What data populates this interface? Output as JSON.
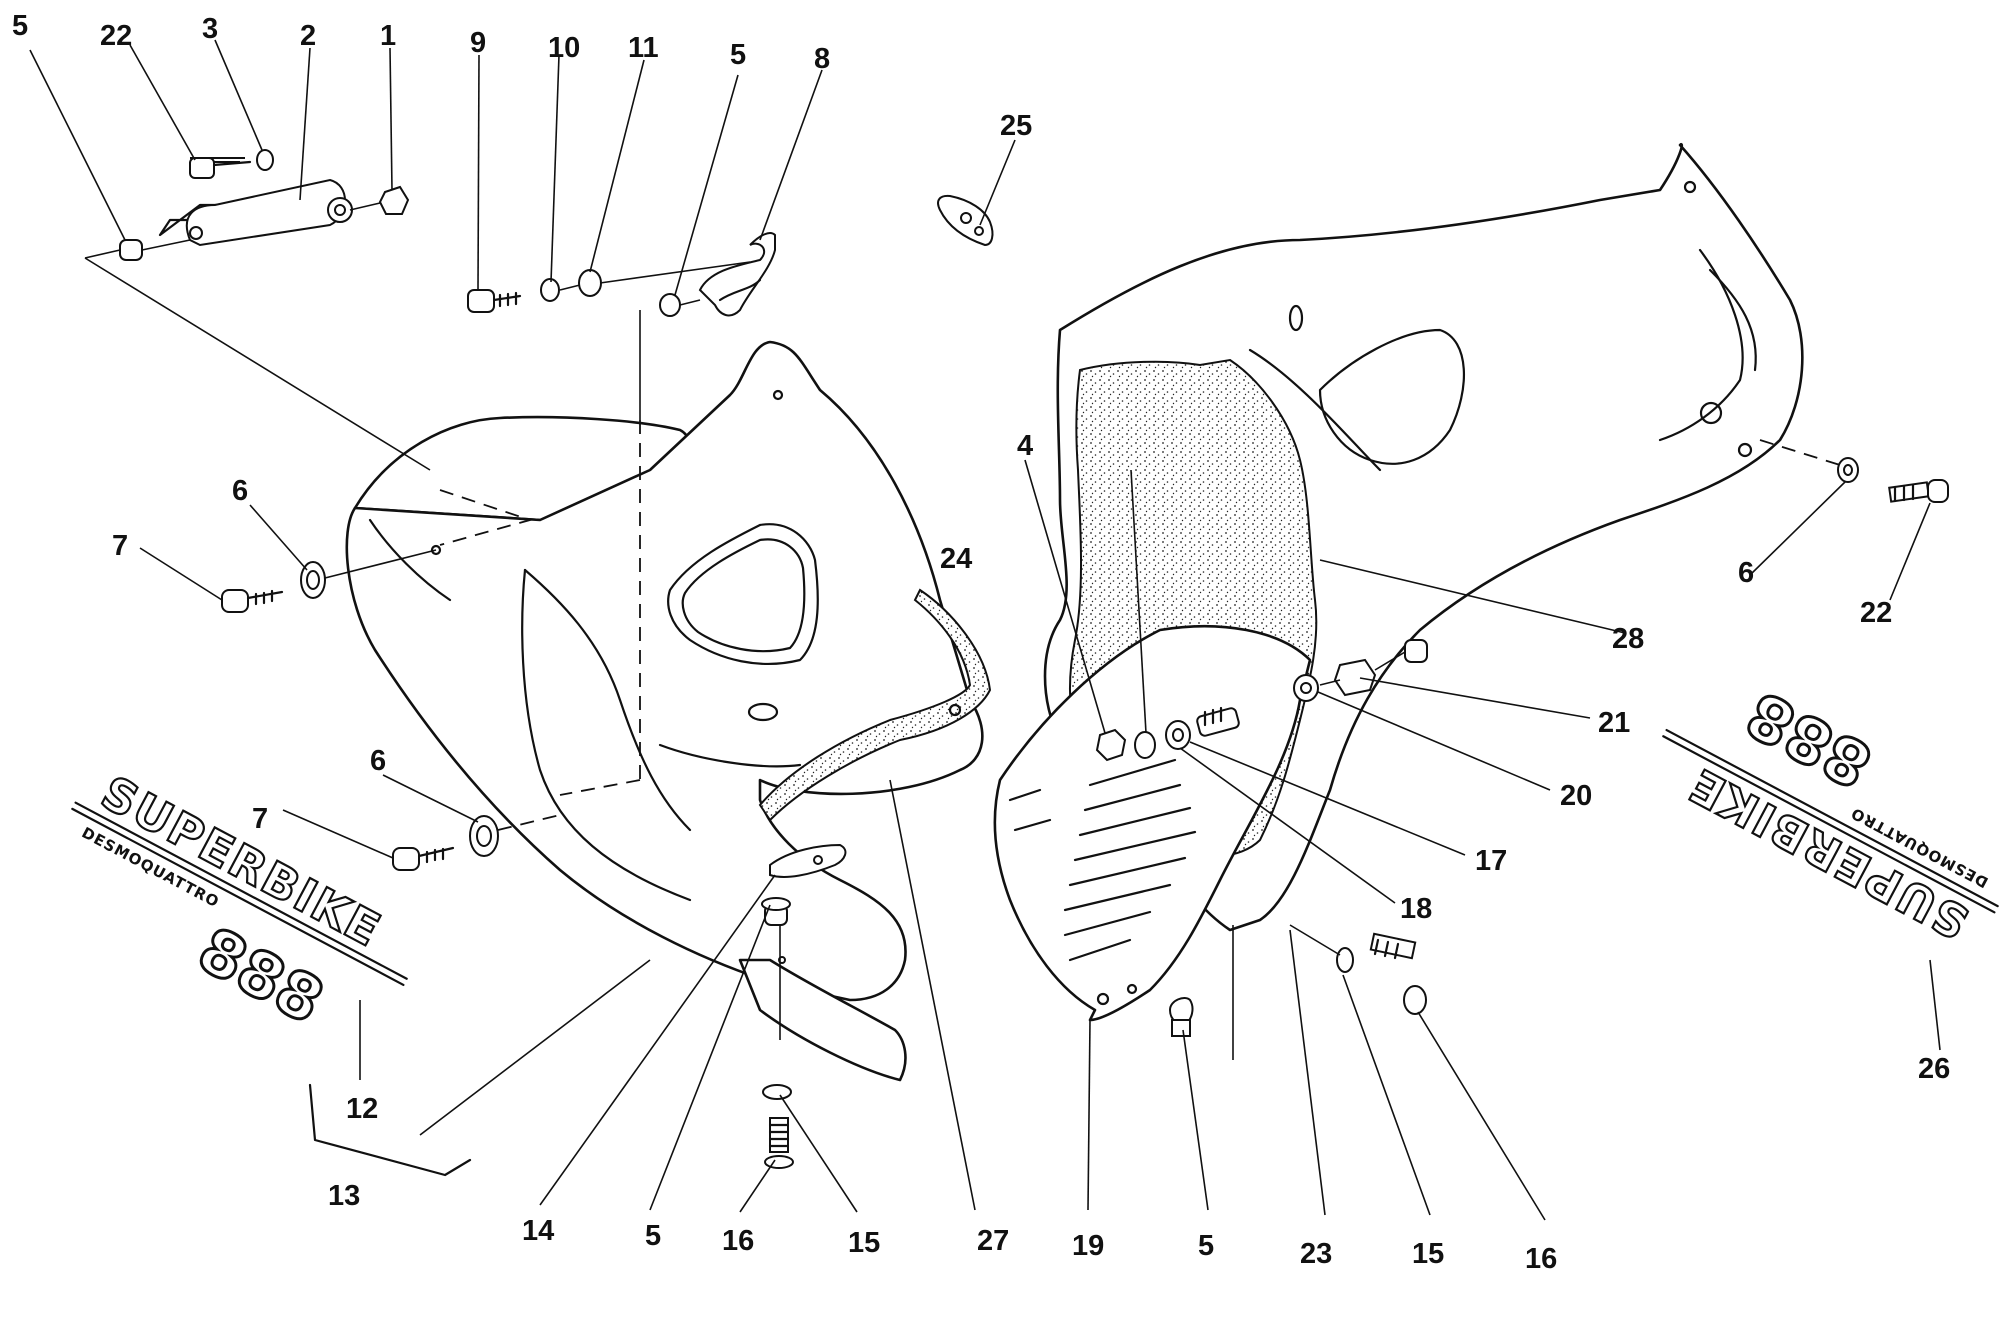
{
  "diagram": {
    "callouts": [
      {
        "id": "c-5a",
        "text": "5"
      },
      {
        "id": "c-22a",
        "text": "22"
      },
      {
        "id": "c-3",
        "text": "3"
      },
      {
        "id": "c-2",
        "text": "2"
      },
      {
        "id": "c-1",
        "text": "1"
      },
      {
        "id": "c-9",
        "text": "9"
      },
      {
        "id": "c-10",
        "text": "10"
      },
      {
        "id": "c-11",
        "text": "11"
      },
      {
        "id": "c-5b",
        "text": "5"
      },
      {
        "id": "c-8",
        "text": "8"
      },
      {
        "id": "c-25",
        "text": "25"
      },
      {
        "id": "c-6a",
        "text": "6"
      },
      {
        "id": "c-7a",
        "text": "7"
      },
      {
        "id": "c-6b",
        "text": "6"
      },
      {
        "id": "c-7b",
        "text": "7"
      },
      {
        "id": "c-12",
        "text": "12"
      },
      {
        "id": "c-13",
        "text": "13"
      },
      {
        "id": "c-14",
        "text": "14"
      },
      {
        "id": "c-5c",
        "text": "5"
      },
      {
        "id": "c-16a",
        "text": "16"
      },
      {
        "id": "c-15a",
        "text": "15"
      },
      {
        "id": "c-27",
        "text": "27"
      },
      {
        "id": "c-4",
        "text": "4"
      },
      {
        "id": "c-24",
        "text": "24"
      },
      {
        "id": "c-28",
        "text": "28"
      },
      {
        "id": "c-21",
        "text": "21"
      },
      {
        "id": "c-20",
        "text": "20"
      },
      {
        "id": "c-17",
        "text": "17"
      },
      {
        "id": "c-18",
        "text": "18"
      },
      {
        "id": "c-19",
        "text": "19"
      },
      {
        "id": "c-5d",
        "text": "5"
      },
      {
        "id": "c-23",
        "text": "23"
      },
      {
        "id": "c-15b",
        "text": "15"
      },
      {
        "id": "c-16b",
        "text": "16"
      },
      {
        "id": "c-6c",
        "text": "6"
      },
      {
        "id": "c-22b",
        "text": "22"
      },
      {
        "id": "c-26",
        "text": "26"
      }
    ],
    "decals": {
      "left": {
        "title": "SUPERBIKE",
        "subtitle": "DESMOQUATTRO",
        "model": "888"
      },
      "right": {
        "title": "SUPERBIKE",
        "subtitle": "DESMOQUATTRO",
        "model": "888"
      }
    }
  }
}
